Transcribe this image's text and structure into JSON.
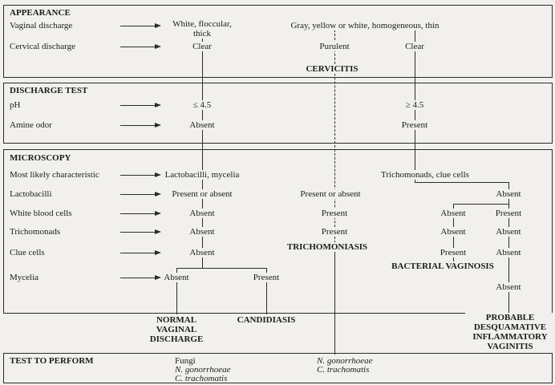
{
  "appearance": {
    "title": "APPEARANCE",
    "vaginal_label": "Vaginal discharge",
    "vaginal_left": "White, floccular, thick",
    "vaginal_right": "Gray, yellow or white, homogeneous, thin",
    "cervical_label": "Cervical discharge",
    "cervical_left": "Clear",
    "cervical_mid": "Purulent",
    "cervical_right": "Clear",
    "outcome_cervicitis": "CERVICITIS"
  },
  "discharge_test": {
    "title": "DISCHARGE TEST",
    "ph_label": "pH",
    "ph_left": "≤ 4.5",
    "ph_right": "≥ 4.5",
    "amine_label": "Amine odor",
    "amine_left": "Absent",
    "amine_right": "Present"
  },
  "microscopy": {
    "title": "MICROSCOPY",
    "characteristic_label": "Most likely characteristic",
    "characteristic_left": "Lactobacilli, mycelia",
    "characteristic_right": "Trichomonads, clue cells",
    "lactobacilli_label": "Lactobacilli",
    "lactobacilli_left": "Present or absent",
    "lactobacilli_mid": "Present or absent",
    "lactobacilli_right": "Absent",
    "wbc_label": "White blood cells",
    "wbc_left": "Absent",
    "wbc_mid": "Present",
    "wbc_right1": "Absent",
    "wbc_right2": "Present",
    "trichomonads_label": "Trichomonads",
    "trichomonads_left": "Absent",
    "trichomonads_mid": "Present",
    "trichomonads_right1": "Absent",
    "trichomonads_right2": "Absent",
    "clue_label": "Clue cells",
    "clue_left": "Absent",
    "clue_right1": "Present",
    "clue_right2": "Absent",
    "outcome_trichomoniasis": "TRICHOMONIASIS",
    "outcome_bacterial_vaginosis": "BACTERIAL VAGINOSIS",
    "mycelia_label": "Mycelia",
    "mycelia_absent": "Absent",
    "mycelia_present": "Present",
    "mycelia_right2": "Absent",
    "outcome_normal": "NORMAL VAGINAL DISCHARGE",
    "outcome_candidiasis": "CANDIDIASIS",
    "outcome_desquamative": "PROBABLE DESQUAMATIVE INFLAMMATORY VAGINITIS"
  },
  "tests": {
    "title": "TEST TO PERFORM",
    "left": [
      "Fungi",
      "N. gonorrhoeae",
      "C. trachomatis"
    ],
    "middle": [
      "N. gonorrhoeae",
      "C. trachomatis"
    ]
  }
}
